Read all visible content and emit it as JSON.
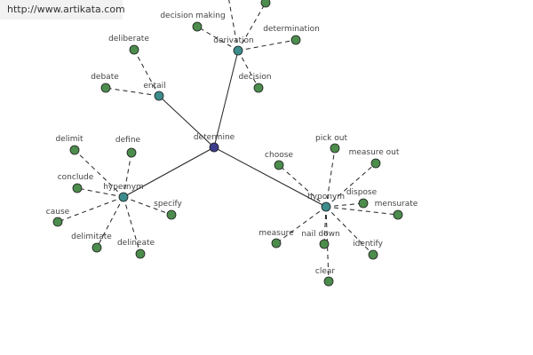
{
  "watermark": {
    "text": "http://www.artikata.com"
  },
  "colors": {
    "root": "#3c3c8c",
    "hub": "#3c8c8c",
    "leaf": "#4c8c4c",
    "edge": "#222222",
    "text": "#444444"
  },
  "root": {
    "id": "determine",
    "label": "determine"
  },
  "hubs": [
    {
      "id": "derivation",
      "label": "derivation",
      "leaves": [
        {
          "id": "decision-making",
          "label": "decision making"
        },
        {
          "id": "determination",
          "label": "determination"
        },
        {
          "id": "decision",
          "label": "decision"
        },
        {
          "id": "offscreen-top-1",
          "label": ""
        },
        {
          "id": "offscreen-top-2",
          "label": ""
        }
      ]
    },
    {
      "id": "entail",
      "label": "entail",
      "leaves": [
        {
          "id": "deliberate",
          "label": "deliberate"
        },
        {
          "id": "debate",
          "label": "debate"
        }
      ]
    },
    {
      "id": "hypernym",
      "label": "hypernym",
      "leaves": [
        {
          "id": "delimit",
          "label": "delimit"
        },
        {
          "id": "define",
          "label": "define"
        },
        {
          "id": "conclude",
          "label": "conclude"
        },
        {
          "id": "cause",
          "label": "cause"
        },
        {
          "id": "delimitate",
          "label": "delimitate"
        },
        {
          "id": "delineate",
          "label": "delineate"
        },
        {
          "id": "specify",
          "label": "specify"
        }
      ]
    },
    {
      "id": "hyponym",
      "label": "hyponym",
      "leaves": [
        {
          "id": "choose",
          "label": "choose"
        },
        {
          "id": "pick-out",
          "label": "pick out"
        },
        {
          "id": "measure-out",
          "label": "measure out"
        },
        {
          "id": "dispose",
          "label": "dispose"
        },
        {
          "id": "mensurate",
          "label": "mensurate"
        },
        {
          "id": "measure",
          "label": "measure"
        },
        {
          "id": "nail-down",
          "label": "nail down"
        },
        {
          "id": "identify",
          "label": "identify"
        },
        {
          "id": "clear",
          "label": "clear"
        }
      ]
    }
  ]
}
